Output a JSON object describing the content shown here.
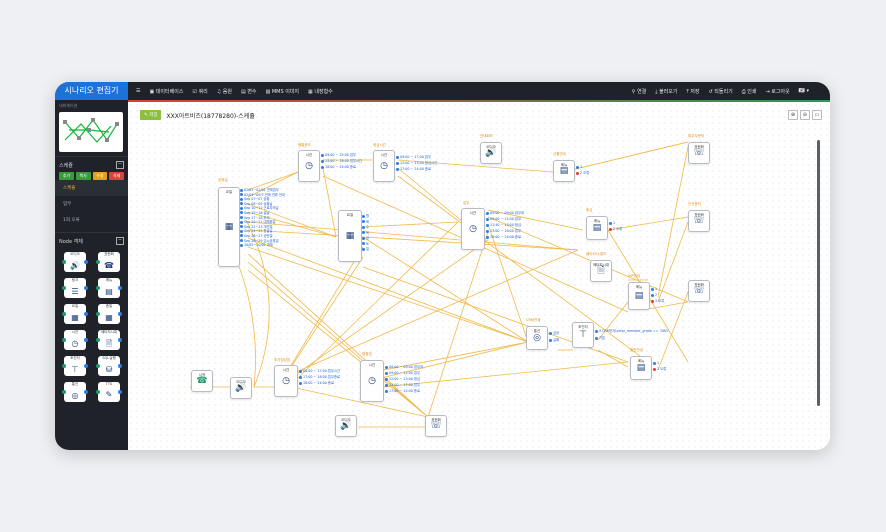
{
  "app": {
    "title": "시나리오 편집기"
  },
  "sidebar": {
    "navigator_label": "네비게이션",
    "schedule_title": "스케쥴",
    "schedule_buttons": [
      "추가",
      "복사",
      "수정",
      "삭제"
    ],
    "schedule_items": [
      "스케쥴",
      "업무",
      "1회 오류"
    ],
    "node_title": "Node 객체",
    "node_tiles": [
      "오디오",
      "표현화",
      "링크",
      "메뉴",
      "요일",
      "종일",
      "시간",
      "메타지시대",
      "조건자",
      "SQL실행",
      "통신",
      "TTS"
    ]
  },
  "topbar": {
    "menu": [
      "데이터베이스",
      "쿼리",
      "음원",
      "변수",
      "MMS 이미지",
      "내장함수"
    ],
    "actions": [
      "연결",
      "불러오기",
      "저장",
      "되돌리기",
      "인쇄",
      "로그아웃"
    ]
  },
  "editor": {
    "save_label": "저장",
    "title": "XXX아트비즈(18778280)-스케쥴"
  },
  "nodes": {
    "start": "시작",
    "audio1": "오디오",
    "day": "요일",
    "day_label": "공휴일",
    "time1": "시간",
    "time1_label": "행출한오",
    "time2": "시간",
    "time2_label": "점심시간",
    "audio_top": "오디오",
    "audio_top_label": "안내회오",
    "menu1": "메뉴",
    "menu1_label": "신홍안내",
    "date": "요일",
    "time3": "시간",
    "time3_label": "업무",
    "menu2": "메뉴",
    "menu2_label": "회심",
    "phone1": "표현화",
    "phone1_label": "업무주문처",
    "phone2": "표현화",
    "phone2_label": "인건문처",
    "phone3": "표현화",
    "meta": "메타지시대",
    "meta_label": "메타지시·발드",
    "menu3": "메뉴",
    "menu3_label": "VIP안내",
    "comm": "통신",
    "comm_label": "CRM연계",
    "branch": "조건자",
    "menu4": "메뉴",
    "menu4_label": "일반안내",
    "time4": "시간",
    "time4_label": "조차업감업",
    "time5": "시간",
    "time5_label": "점점업",
    "audio2": "오디오",
    "phone4": "표현화"
  },
  "outputs": {
    "day": [
      "02/01~02/01 전체업무",
      "02/04~09/7 전체 연휴 안내",
      "Sep 07~07 상황",
      "Sep 08~09 상황날",
      "Sep 10~11 근로자의날",
      "Sep 15~16 설날",
      "Sep 17~18 추석",
      "Sep 20~21 대체휴일",
      "Sep 22~23 개천절",
      "Sep 24~25 한글날",
      "Sep 26~27 성탄절",
      "Sep 28~29 임시공휴일",
      "10/02~10/02 대체"
    ],
    "time1": [
      "09:00 ~ 15:00 업무",
      "15:00 ~ 18:00 업무시간",
      "18:00 ~ 24:00 종료"
    ],
    "time2": [
      "09:00 ~ 17:00 업무",
      "12:00 ~ 13:00 점심시간",
      "17:00 ~ 24:00 종료"
    ],
    "date": [
      "월",
      "화",
      "수",
      "목",
      "금",
      "토",
      "일"
    ],
    "time3": [
      "09:00 ~ 09:00 업무외",
      "09:00 ~ 11:40 업무",
      "11:40 ~ 13:00 점심",
      "13:00 ~ 18:00 업무",
      "18:00 ~ 24:00 종료"
    ],
    "menu1": [
      "1",
      "2 오류"
    ],
    "menu2": [
      "1",
      "2 오류"
    ],
    "menu3": [
      "1",
      "2",
      "3 오류"
    ],
    "comm": [
      "성공",
      "실패"
    ],
    "branch": [
      "if CRM연계.actor_member_grade == 'GRD'",
      "기본"
    ],
    "menu4": [
      "1",
      "2 오류"
    ],
    "time4": [
      "00:00 ~ 17:00 업무시간",
      "17:00 ~ 18:00 업무종료",
      "18:00 ~ 24:00 종료"
    ],
    "time5": [
      "00:00 ~ 09:00 업무외",
      "09:00 ~ 12:00 업무",
      "12:00 ~ 13:00 점심",
      "13:00 ~ 17:00 업무",
      "17:00 ~ 24:00 종료"
    ]
  }
}
